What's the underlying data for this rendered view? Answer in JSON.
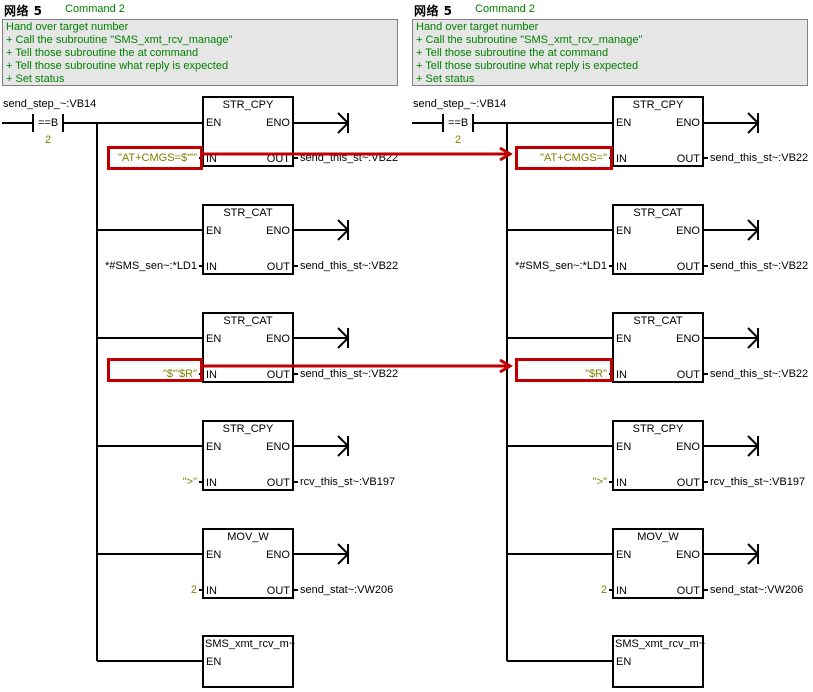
{
  "networks": [
    {
      "id": "left",
      "title": "网络 5",
      "comment_title": "Command 2",
      "comment_lines": [
        "Hand over target number",
        "+ Call the subroutine \"SMS_xmt_rcv_manage\"",
        "+ Tell those subroutine the at command",
        "+ Tell those subroutine what reply is expected",
        "+ Set status"
      ],
      "contact": {
        "address": "send_step_~:VB14",
        "operator": "==B",
        "operand": "2"
      },
      "blocks": [
        {
          "name": "STR_CPY",
          "en": "EN",
          "eno": "ENO",
          "in_label": "IN",
          "out_label": "OUT",
          "in_value": "\"AT+CMGS=$'\"\"",
          "out_value": "send_this_st~:VB22",
          "highlighted": true
        },
        {
          "name": "STR_CAT",
          "en": "EN",
          "eno": "ENO",
          "in_label": "IN",
          "out_label": "OUT",
          "in_value": "*#SMS_sen~:*LD1",
          "out_value": "send_this_st~:VB22",
          "highlighted": false
        },
        {
          "name": "STR_CAT",
          "en": "EN",
          "eno": "ENO",
          "in_label": "IN",
          "out_label": "OUT",
          "in_value": "\"$'\"$R\"",
          "out_value": "send_this_st~:VB22",
          "highlighted": true
        },
        {
          "name": "STR_CPY",
          "en": "EN",
          "eno": "ENO",
          "in_label": "IN",
          "out_label": "OUT",
          "in_value": "\">\"",
          "out_value": "rcv_this_st~:VB197",
          "highlighted": false
        },
        {
          "name": "MOV_W",
          "en": "EN",
          "eno": "ENO",
          "in_label": "IN",
          "out_label": "OUT",
          "in_value": "2",
          "out_value": "send_stat~:VW206",
          "highlighted": false
        }
      ],
      "subroutine": {
        "name": "SMS_xmt_rcv_m~",
        "en": "EN"
      }
    },
    {
      "id": "right",
      "title": "网络 5",
      "comment_title": "Command 2",
      "comment_lines": [
        "Hand over target number",
        "+ Call the subroutine \"SMS_xmt_rcv_manage\"",
        "+ Tell those subroutine the at command",
        "+ Tell those subroutine what reply is expected",
        "+ Set status"
      ],
      "contact": {
        "address": "send_step_~:VB14",
        "operator": "==B",
        "operand": "2"
      },
      "blocks": [
        {
          "name": "STR_CPY",
          "en": "EN",
          "eno": "ENO",
          "in_label": "IN",
          "out_label": "OUT",
          "in_value": "\"AT+CMGS=\"",
          "out_value": "send_this_st~:VB22",
          "highlighted": true
        },
        {
          "name": "STR_CAT",
          "en": "EN",
          "eno": "ENO",
          "in_label": "IN",
          "out_label": "OUT",
          "in_value": "*#SMS_sen~:*LD1",
          "out_value": "send_this_st~:VB22",
          "highlighted": false
        },
        {
          "name": "STR_CAT",
          "en": "EN",
          "eno": "ENO",
          "in_label": "IN",
          "out_label": "OUT",
          "in_value": "\"$R\"",
          "out_value": "send_this_st~:VB22",
          "highlighted": true
        },
        {
          "name": "STR_CPY",
          "en": "EN",
          "eno": "ENO",
          "in_label": "IN",
          "out_label": "OUT",
          "in_value": "\">\"",
          "out_value": "rcv_this_st~:VB197",
          "highlighted": false
        },
        {
          "name": "MOV_W",
          "en": "EN",
          "eno": "ENO",
          "in_label": "IN",
          "out_label": "OUT",
          "in_value": "2",
          "out_value": "send_stat~:VW206",
          "highlighted": false
        }
      ],
      "subroutine": {
        "name": "SMS_xmt_rcv_m~",
        "en": "EN"
      }
    }
  ],
  "annotations": {
    "highlight_color": "#c00000",
    "comment_color": "#008000",
    "constant_color": "#808000"
  }
}
